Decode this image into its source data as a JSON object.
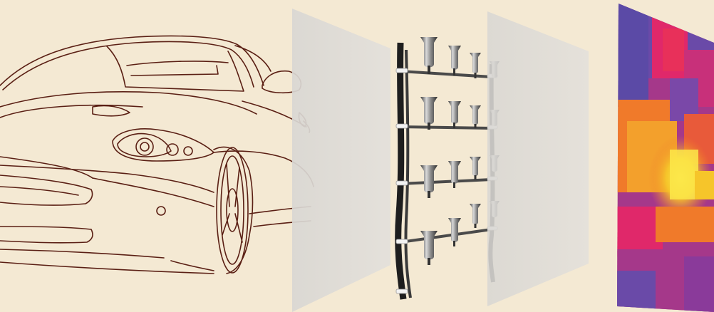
{
  "image": {
    "background_color": "#f4e9d3",
    "sketch_color": "#5a1f14",
    "panel_color": "#dcd9d4",
    "heatmap_colors": [
      "#5b4aa6",
      "#a5388a",
      "#e0286a",
      "#f07a2a",
      "#f6c52a",
      "#fbe84a"
    ],
    "objects": [
      {
        "id": "car-sketch",
        "icon": "car-drawing"
      },
      {
        "id": "projection-plane-1",
        "icon": "translucent-plane"
      },
      {
        "id": "microphone-array",
        "icon": "microphone-grid"
      },
      {
        "id": "projection-plane-2",
        "icon": "translucent-plane"
      },
      {
        "id": "acoustic-heatmap",
        "icon": "heatmap-plane"
      }
    ]
  }
}
